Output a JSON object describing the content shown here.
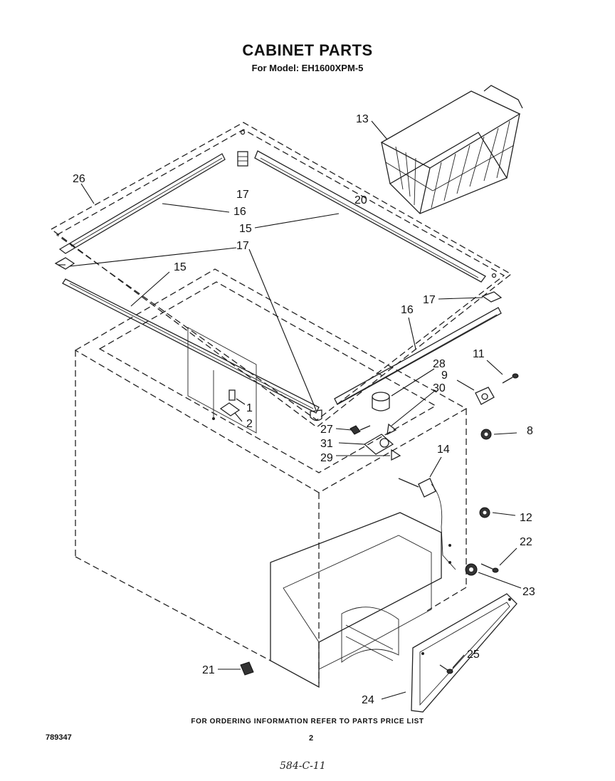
{
  "header": {
    "title": "CABINET PARTS",
    "subtitle": "For Model: EH1600XPM-5"
  },
  "footer": {
    "ordering_note": "FOR ORDERING INFORMATION REFER TO PARTS PRICE LIST",
    "document_number": "789347",
    "page_number": "2",
    "handwritten_note": "584-C-11"
  },
  "callouts": {
    "c1": "1",
    "c2": "2",
    "c8": "8",
    "c9": "9",
    "c11": "11",
    "c12": "12",
    "c13": "13",
    "c14": "14",
    "c15a": "15",
    "c15b": "15",
    "c16a": "16",
    "c16b": "16",
    "c17a": "17",
    "c17b": "17",
    "c17c": "17",
    "c20": "20",
    "c21": "21",
    "c22": "22",
    "c23": "23",
    "c24": "24",
    "c25": "25",
    "c26": "26",
    "c27": "27",
    "c28": "28",
    "c29": "29",
    "c30": "30",
    "c31": "31"
  }
}
